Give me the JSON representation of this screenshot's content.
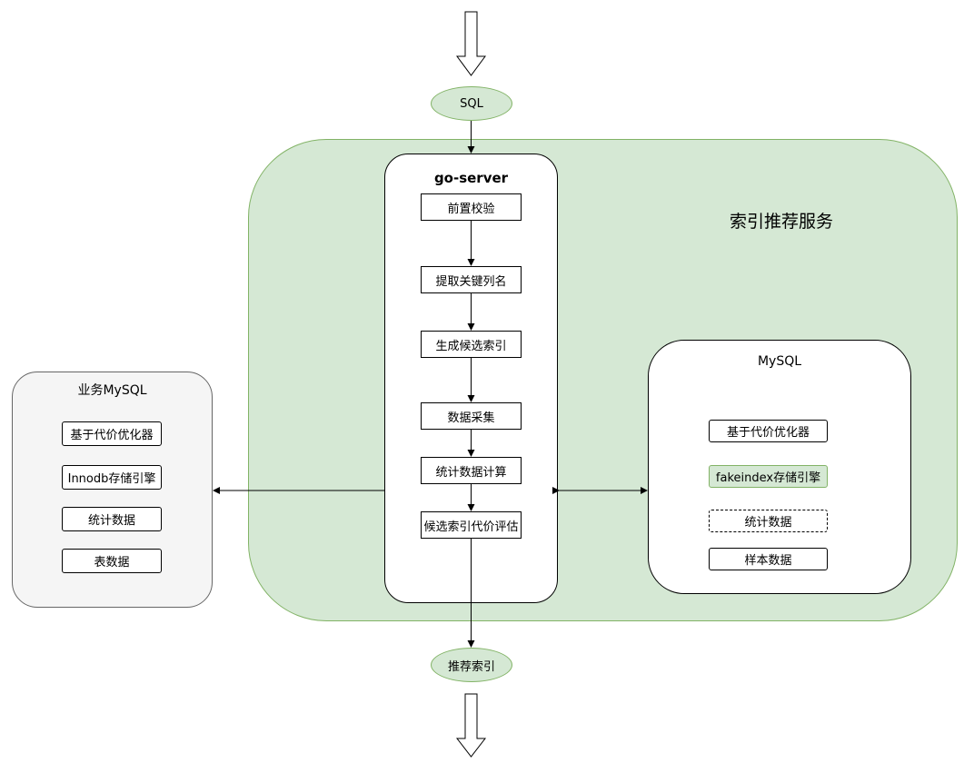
{
  "service": {
    "title": "索引推荐服务"
  },
  "input_node": {
    "label": "SQL"
  },
  "output_node": {
    "label": "推荐索引"
  },
  "go_server": {
    "title": "go-server",
    "steps": [
      "前置校验",
      "提取关键列名",
      "生成候选索引",
      "数据采集",
      "统计数据计算",
      "候选索引代价评估"
    ]
  },
  "mysql": {
    "title": "MySQL",
    "items": [
      {
        "label": "基于代价优化器",
        "style": "plain"
      },
      {
        "label": "fakeindex存储引擎",
        "style": "green"
      },
      {
        "label": "统计数据",
        "style": "dashed"
      },
      {
        "label": "样本数据",
        "style": "plain"
      }
    ]
  },
  "business_mysql": {
    "title": "业务MySQL",
    "items": [
      "基于代价优化器",
      "Innodb存储引擎",
      "统计数据",
      "表数据"
    ]
  },
  "colors": {
    "region_fill": "#d5e8d4",
    "region_stroke": "#82b366",
    "box_gray": "#f5f5f5"
  }
}
